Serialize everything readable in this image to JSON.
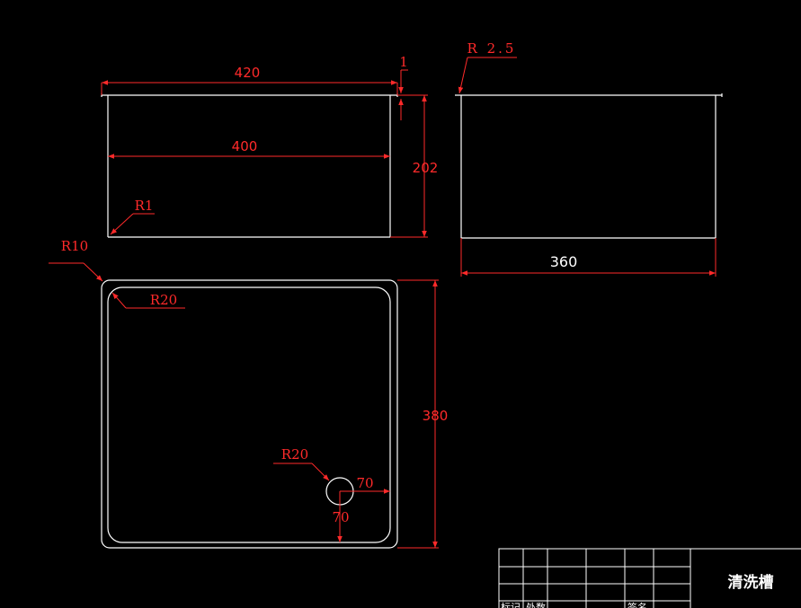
{
  "colors": {
    "background": "#000000",
    "outline": "#ffffff",
    "dimension": "#ff2a2a"
  },
  "dimensions": {
    "front_outer_width": "420",
    "front_inner_width": "400",
    "front_height": "202",
    "front_thickness": "1",
    "front_corner_radius": "R1",
    "side_top_radius": "R 2.5",
    "side_width": "360",
    "plan_outer_radius": "R10",
    "plan_inner_radius": "R20",
    "plan_depth": "380",
    "drain_radius": "R20",
    "drain_offset_x": "70",
    "drain_offset_y": "70"
  },
  "title_block": {
    "title": "清洗槽",
    "col_mark": "标记",
    "col_count": "处数",
    "col_sign": "签名"
  }
}
